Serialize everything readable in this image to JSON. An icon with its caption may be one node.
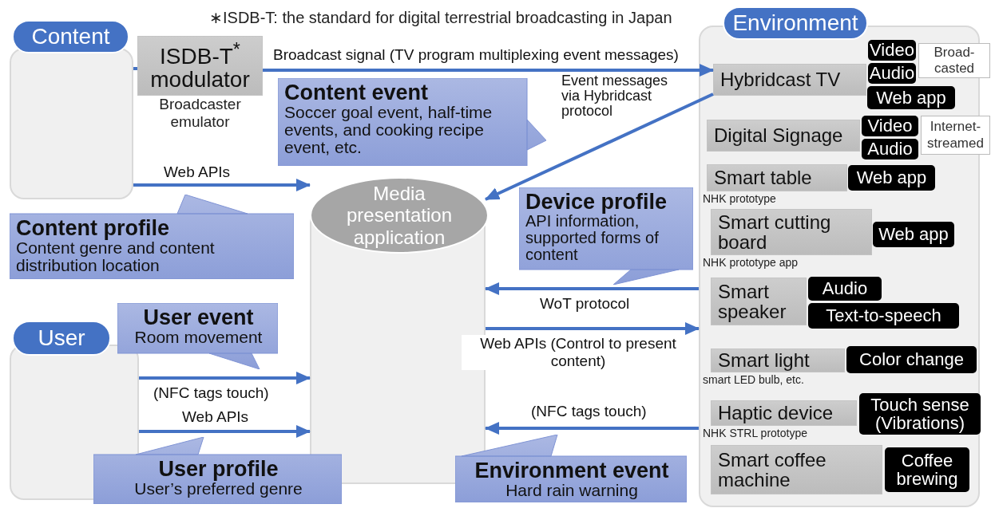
{
  "diagram": {
    "nodes": [
      {
        "text": [
          "Content"
        ]
      },
      {
        "text": [
          "ISDB-T$^{*}$ modulator"
        ],
        "beside": [
          "Broadcaster emulator"
        ]
      },
      {
        "text": [
          "Content event",
          "Soccer goal event, half-time events, and cooking recipe event, etc."
        ]
      },
      {
        "text": [
          "Media presentation application"
        ]
      },
      {
        "text": [
          "Content profile",
          "Content genre and content distribution location"
        ]
      },
      {
        "text": [
          "Device profile",
          "API information, supported forms of content"
        ]
      },
      {
        "text": [
          "User"
        ]
      },
      {
        "text": [
          "User event",
          "Room movement"
        ]
      },
      {
        "text": [
          "User profile",
          "User’s preferred genre"
        ]
      },
      {
        "text": [
          "Environment event",
          "Hard rain warning"
        ]
      },
      {
        "text": [
          "Environment"
        ]
      },
      {
        "text": [
          "Hybridcast TV"
        ],
        "in": 10
      },
      {
        "text": [
          "Video"
        ],
        "in": 10
      },
      {
        "text": [
          "Audio"
        ],
        "in": 10
      },
      {
        "text": [
          "Broad-casted"
        ]
      },
      {
        "text": [
          "Web app"
        ],
        "in": 10
      },
      {
        "text": [
          "Digital Signage"
        ],
        "in": 10
      },
      {
        "text": [
          "Video"
        ],
        "in": 10
      },
      {
        "text": [
          "Audio"
        ],
        "in": 10
      },
      {
        "text": [
          "Internet-streamed"
        ]
      },
      {
        "text": [
          "Smart table"
        ],
        "in": 10,
        "beside": [
          "NHK prototype"
        ]
      },
      {
        "text": [
          "Web app"
        ],
        "in": 10
      },
      {
        "text": [
          "Smart cutting board"
        ],
        "in": 10,
        "beside": [
          "NHK prototype app"
        ]
      },
      {
        "text": [
          "Web app"
        ],
        "in": 10
      },
      {
        "text": [
          "Smart speaker"
        ],
        "in": 10
      },
      {
        "text": [
          "Audio"
        ],
        "in": 10
      },
      {
        "text": [
          "Text-to-speech"
        ],
        "in": 10
      },
      {
        "text": [
          "Smart light"
        ],
        "in": 10,
        "beside": [
          "smart LED bulb, etc."
        ]
      },
      {
        "text": [
          "Color change"
        ],
        "in": 10
      },
      {
        "text": [
          "Haptic device"
        ],
        "in": 10,
        "beside": [
          "NHK STRL prototype"
        ]
      },
      {
        "text": [
          "Touch sense (Vibrations)"
        ],
        "in": 10
      },
      {
        "text": [
          "Smart coffee machine"
        ],
        "in": 10
      },
      {
        "text": [
          "Coffee brewing"
        ],
        "in": 10
      }
    ],
    "edges": [
      {
        "from": 0,
        "to": 1,
        "arrow": "none"
      },
      {
        "from": 1,
        "to": 11,
        "arrow": "to",
        "label": "Broadcast signal (TV program multiplexing event messages)"
      },
      {
        "from": 11,
        "to": 3,
        "arrow": "to",
        "label": "Event messages via Hybridcast protocol"
      },
      {
        "from": 0,
        "to": 3,
        "arrow": "to",
        "label": "Web APIs"
      },
      {
        "from": 10,
        "to": 3,
        "arrow": "to",
        "label": "WoT protocol"
      },
      {
        "from": 3,
        "to": 10,
        "arrow": "to",
        "label": "Web APIs (Control to present content)"
      },
      {
        "from": 6,
        "to": 3,
        "arrow": "to",
        "label": "(NFC tags touch)"
      },
      {
        "from": 6,
        "to": 3,
        "arrow": "to",
        "label": "Web APIs"
      },
      {
        "from": 10,
        "to": 3,
        "arrow": "to",
        "label": "(NFC tags touch)"
      }
    ],
    "labels": [
      "∗ISDB-T: the standard for digital terrestrial broadcasting in Japan"
    ]
  }
}
